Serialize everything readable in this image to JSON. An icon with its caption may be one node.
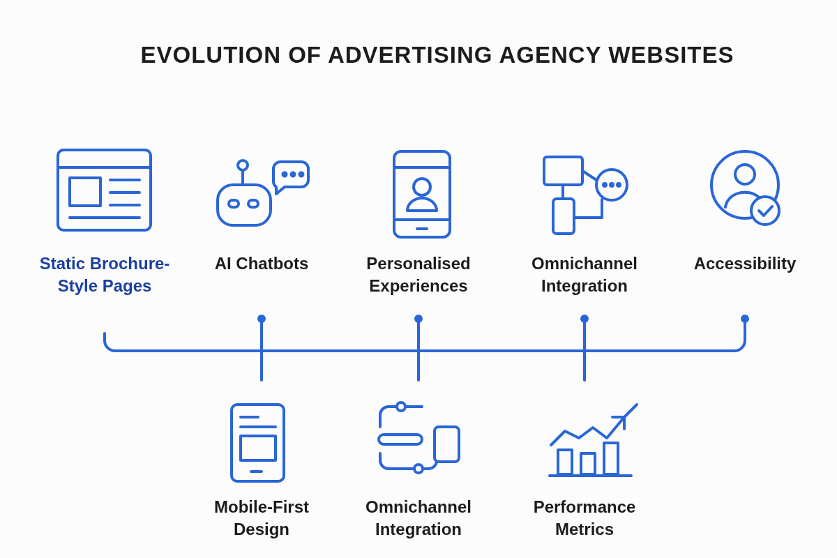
{
  "diagram": {
    "title": "EVOLUTION OF ADVERTISING AGENCY WEBSITES",
    "labels": [
      "Static Brochure-Style Pages",
      "AI Chatbots",
      "Personalised Experiences",
      "Omnichannel Integration",
      "Accessibility",
      "Mobile-First Design",
      "Omnichannel Integration",
      "Performance Metrics"
    ]
  }
}
